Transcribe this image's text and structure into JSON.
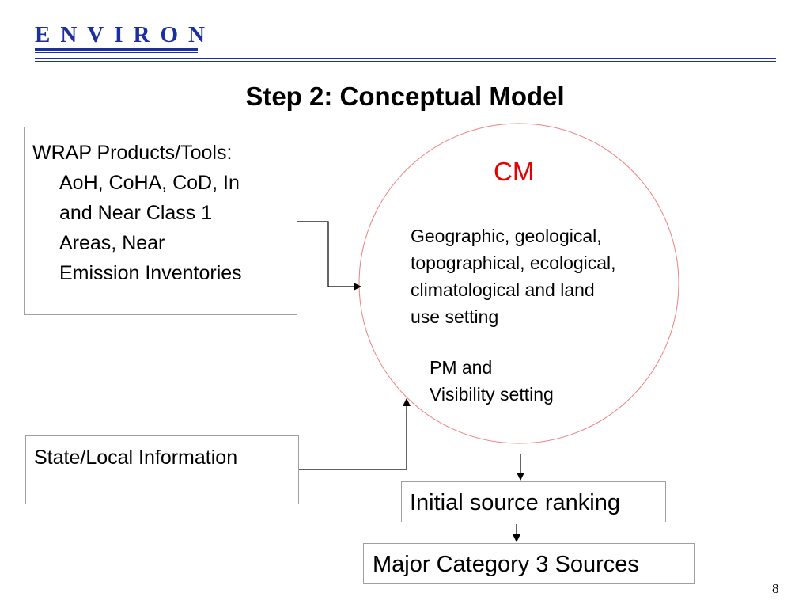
{
  "header": {
    "logo_text": "ENVIRON",
    "title": "Step 2: Conceptual Model"
  },
  "colors": {
    "brand_blue": "#1c2fa0",
    "cm_red": "#e60000",
    "circle_stroke": "#f08080",
    "box_border": "#a0a0a0",
    "text": "#000000"
  },
  "inputs": {
    "wrap_products": {
      "lines": [
        "WRAP Products/Tools:",
        "AoH, CoHA, CoD, In",
        "and Near Class 1",
        "Areas, Near",
        "Emission Inventories"
      ]
    },
    "state_local": {
      "label": "State/Local Information"
    }
  },
  "conceptual_model": {
    "label": "CM",
    "setting_1_lines": [
      "Geographic, geological,",
      "topographical, ecological,",
      "climatological and land",
      "use setting"
    ],
    "setting_2_lines": [
      "PM and",
      "Visibility setting"
    ]
  },
  "outputs": {
    "initial_ranking": "Initial source ranking",
    "major_sources": "Major Category 3 Sources"
  },
  "page_number": "8"
}
